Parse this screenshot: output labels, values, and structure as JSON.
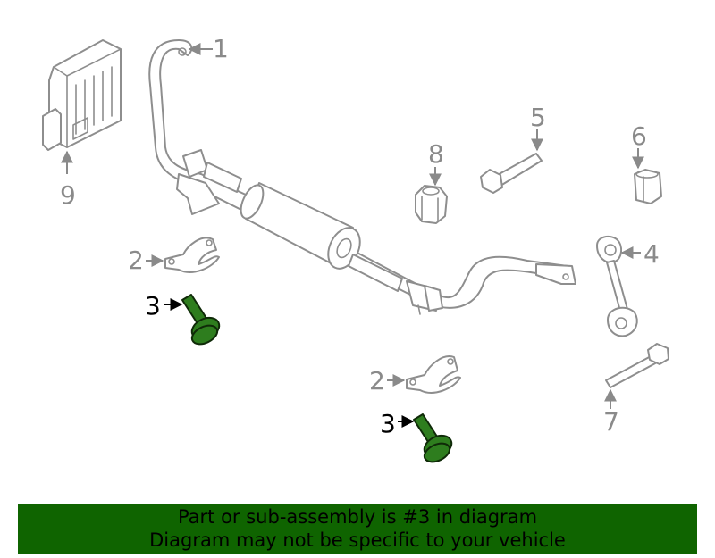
{
  "callouts": {
    "c1": "1",
    "c2a": "2",
    "c2b": "2",
    "c3a": "3",
    "c3b": "3",
    "c4": "4",
    "c5": "5",
    "c6": "6",
    "c7": "7",
    "c8": "8",
    "c9": "9"
  },
  "highlight": {
    "part_number": "3",
    "color": "#2e7d1e"
  },
  "banner": {
    "line1": "Part or sub-assembly is #3 in diagram",
    "line2": "Diagram may not be specific to your vehicle",
    "background": "#0f6400"
  }
}
